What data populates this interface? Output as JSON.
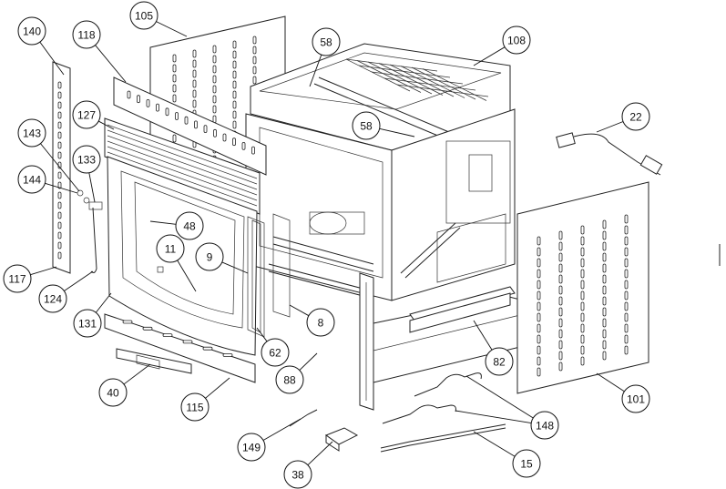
{
  "diagram": {
    "callouts": [
      {
        "id": "c140",
        "label": "140"
      },
      {
        "id": "c118",
        "label": "118"
      },
      {
        "id": "c105",
        "label": "105"
      },
      {
        "id": "c58a",
        "label": "58"
      },
      {
        "id": "c108",
        "label": "108"
      },
      {
        "id": "c127",
        "label": "127"
      },
      {
        "id": "c58b",
        "label": "58"
      },
      {
        "id": "c22",
        "label": "22"
      },
      {
        "id": "c143",
        "label": "143"
      },
      {
        "id": "c133",
        "label": "133"
      },
      {
        "id": "c144",
        "label": "144"
      },
      {
        "id": "c48",
        "label": "48"
      },
      {
        "id": "c11",
        "label": "11"
      },
      {
        "id": "c9",
        "label": "9"
      },
      {
        "id": "c117",
        "label": "117"
      },
      {
        "id": "c124",
        "label": "124"
      },
      {
        "id": "c131",
        "label": "131"
      },
      {
        "id": "c8",
        "label": "8"
      },
      {
        "id": "c62",
        "label": "62"
      },
      {
        "id": "c88",
        "label": "88"
      },
      {
        "id": "c82",
        "label": "82"
      },
      {
        "id": "c40",
        "label": "40"
      },
      {
        "id": "c115",
        "label": "115"
      },
      {
        "id": "c101",
        "label": "101"
      },
      {
        "id": "c148",
        "label": "148"
      },
      {
        "id": "c149",
        "label": "149"
      },
      {
        "id": "c38",
        "label": "38"
      },
      {
        "id": "c15",
        "label": "15"
      }
    ]
  }
}
